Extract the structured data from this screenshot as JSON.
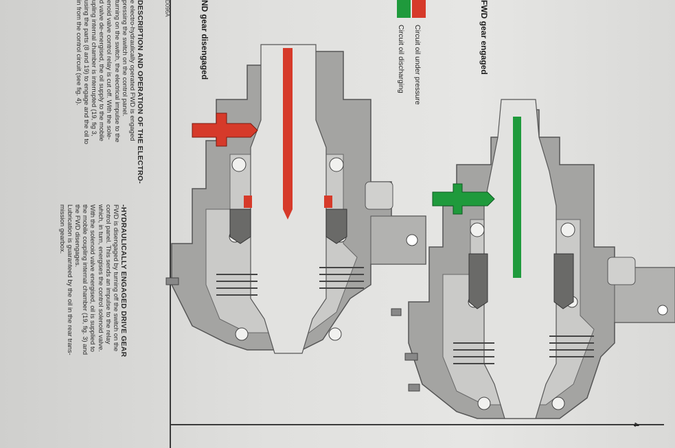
{
  "doc": {
    "page_number": "4",
    "figure_code": "D096A",
    "top_title": "FWD gear engaged",
    "left_title": "ND gear disengaged",
    "legend": [
      {
        "label": "Circuit oil under pressure",
        "color": "#d63a2a"
      },
      {
        "label": "Circuit oil discharging",
        "color": "#1f9a3c"
      }
    ],
    "left_heading": "DESCRIPTION AND OPERATION OF THE ELECTRO-",
    "left_paragraph": [
      "e electro-hydraulically operated FWD is engaged",
      "pressing the switch on the control panel.",
      "turning on the switch, the electrical impulse to the",
      "enoid valve control relay is cut off. With the sole-",
      "d valve de-energised, the oil supply to the mobile",
      "upling internal chamber is interrupted (19, fig 3,",
      "using the parts (8 and 19) to engage and the oil to",
      "in from the control circuit (see fig. 4)."
    ],
    "right_heading": "-HYDRAULICALLY ENGAGED DRIVE GEAR",
    "right_paragraph": [
      "FWD is disengaged by turning off the switch on the",
      "control panel. This sends an impulse to the relay",
      "which, in turn, energises the control solenoid valve.",
      "With the solenoid valve energised, oil is supplied to",
      "the mobile coupling internal chamber (19, fig. 3) and",
      "the FWD disengages.",
      "Lubrication is guaranteed by the oil in the rear trans-",
      "mission gearbox."
    ],
    "colors": {
      "housing": "#9a9a98",
      "housing_dark": "#6e6e6c",
      "metal_light": "#c9c9c7",
      "pressure": "#d63a2a",
      "discharge": "#1f9a3c",
      "paper": "#e4e4e2"
    }
  }
}
